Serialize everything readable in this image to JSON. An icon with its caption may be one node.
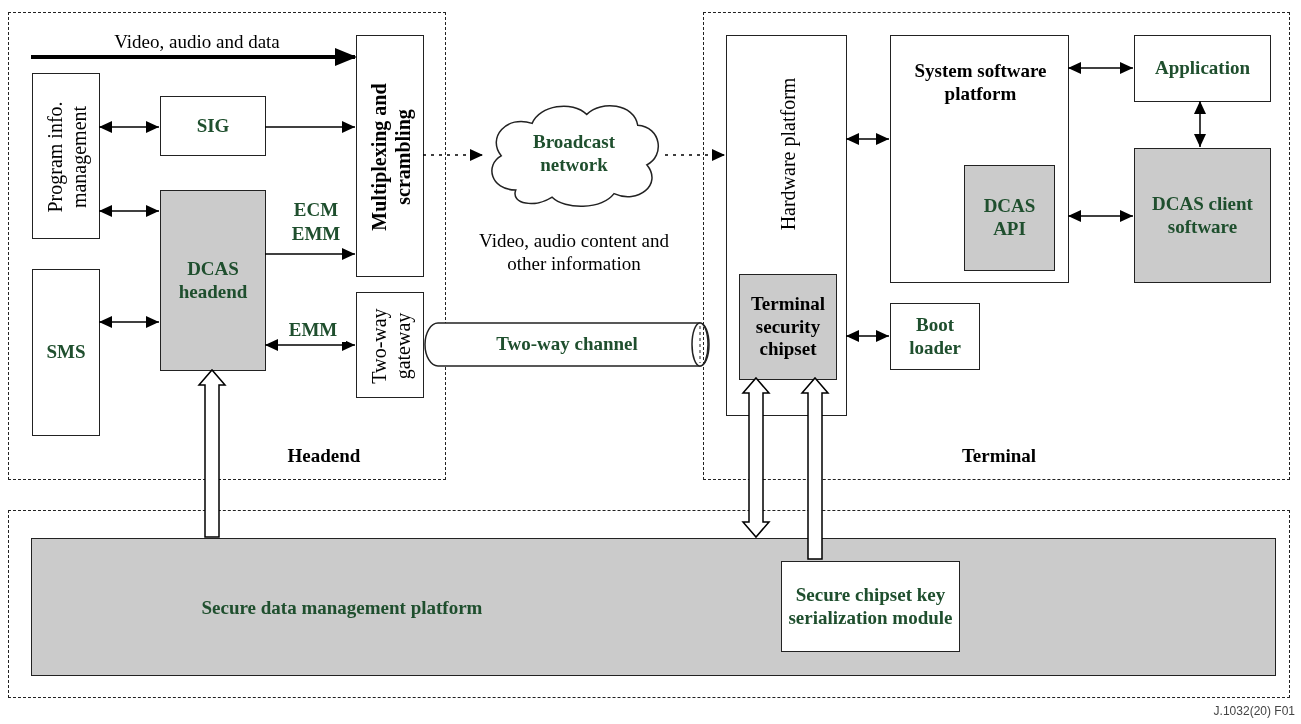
{
  "diagram": {
    "nodes": [
      {
        "text": [
          "Headend"
        ]
      },
      {
        "text": [
          "Program info. management"
        ],
        "in": 0
      },
      {
        "text": [
          "SIG"
        ],
        "in": 0
      },
      {
        "text": [
          "Multiplexing and scrambling"
        ],
        "in": 0
      },
      {
        "text": [
          "DCAS headend"
        ],
        "in": 0
      },
      {
        "text": [
          "SMS"
        ],
        "in": 0
      },
      {
        "text": [
          "Two-way gateway"
        ],
        "in": 0
      },
      {
        "text": [
          "Broadcast network"
        ],
        "beside": [
          "Video, audio content and other information"
        ]
      },
      {
        "text": [
          "Two-way channel"
        ]
      },
      {
        "text": [
          "Terminal"
        ]
      },
      {
        "text": [
          "Hardware platform"
        ],
        "in": 9
      },
      {
        "text": [
          "Terminal security chipset"
        ],
        "in": 10
      },
      {
        "text": [
          "System software platform"
        ],
        "in": 9
      },
      {
        "text": [
          "DCAS API"
        ],
        "in": 12
      },
      {
        "text": [
          "Application"
        ],
        "in": 9
      },
      {
        "text": [
          "DCAS client software"
        ],
        "in": 9
      },
      {
        "text": [
          "Boot loader"
        ],
        "in": 9
      },
      {
        "text": [],
        "shape": "box"
      },
      {
        "text": [
          "Secure data management platform"
        ],
        "in": 17
      },
      {
        "text": [
          "Secure chipset key serialization module"
        ],
        "in": 18
      }
    ],
    "edges": [
      {
        "from": null,
        "to": 3,
        "arrow": "to",
        "label": "Video, audio and data",
        "style": "thick"
      },
      {
        "from": 1,
        "to": 2,
        "arrow": "both"
      },
      {
        "from": 2,
        "to": 3,
        "arrow": "to"
      },
      {
        "from": 1,
        "to": 4,
        "arrow": "both"
      },
      {
        "from": 4,
        "to": 3,
        "arrow": "to",
        "label": "ECM EMM"
      },
      {
        "from": 5,
        "to": 4,
        "arrow": "both"
      },
      {
        "from": 4,
        "to": 6,
        "arrow": "both",
        "label": "EMM"
      },
      {
        "from": 3,
        "to": 7,
        "arrow": "to",
        "style": "dashed"
      },
      {
        "from": 7,
        "to": 10,
        "arrow": "to",
        "style": "dashed"
      },
      {
        "from": 10,
        "to": 12,
        "arrow": "both"
      },
      {
        "from": 12,
        "to": 14,
        "arrow": "both"
      },
      {
        "from": 14,
        "to": 15,
        "arrow": "both"
      },
      {
        "from": 12,
        "to": 15,
        "arrow": "both"
      },
      {
        "from": 10,
        "to": 16,
        "arrow": "both"
      },
      {
        "from": 18,
        "to": 4,
        "arrow": "to",
        "style": "thick"
      },
      {
        "from": 11,
        "to": 18,
        "arrow": "both",
        "style": "thick"
      },
      {
        "from": 19,
        "to": 11,
        "arrow": "to",
        "style": "thick"
      }
    ],
    "labels": [
      "J.1032(20) F01"
    ]
  }
}
